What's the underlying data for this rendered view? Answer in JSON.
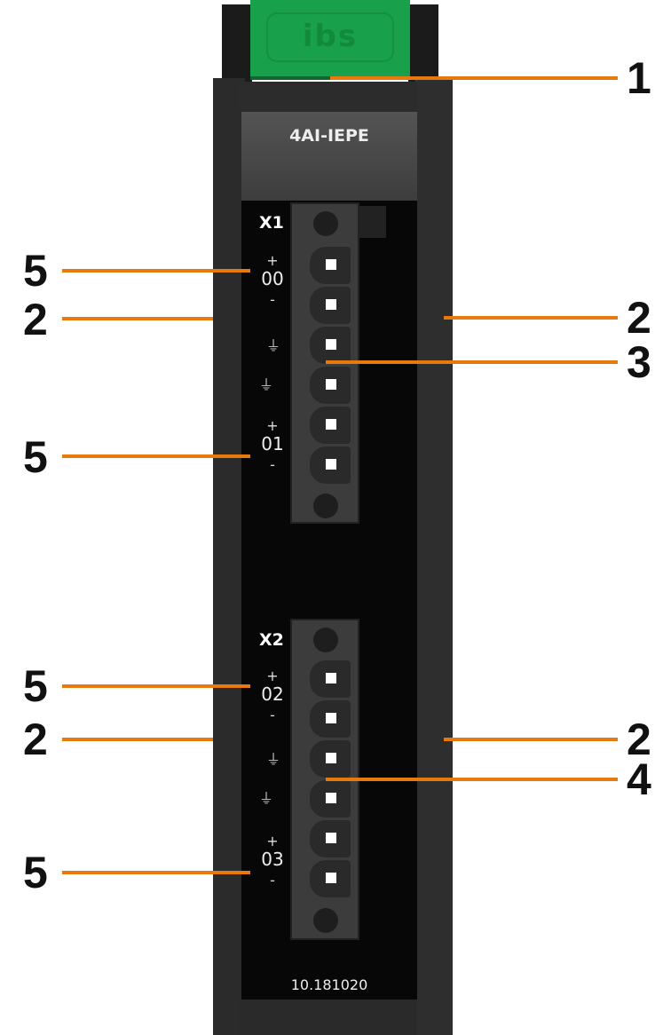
{
  "module": {
    "brand": "ibs",
    "name": "4AI-IEPE",
    "part_number": "10.181020",
    "connectors": [
      {
        "label": "X1",
        "channels": [
          "00",
          "01"
        ]
      },
      {
        "label": "X2",
        "channels": [
          "02",
          "03"
        ]
      }
    ],
    "pin_marks": {
      "plus": "+",
      "minus": "-",
      "ground": "⏚",
      "shield": "⏚"
    }
  },
  "callouts": {
    "n1": "1",
    "n2": "2",
    "n3": "3",
    "n4": "4",
    "n5": "5"
  },
  "colors": {
    "callout_line": "#e8790c",
    "housing": "#2b2b2b",
    "top_cap": "#18a04a"
  }
}
